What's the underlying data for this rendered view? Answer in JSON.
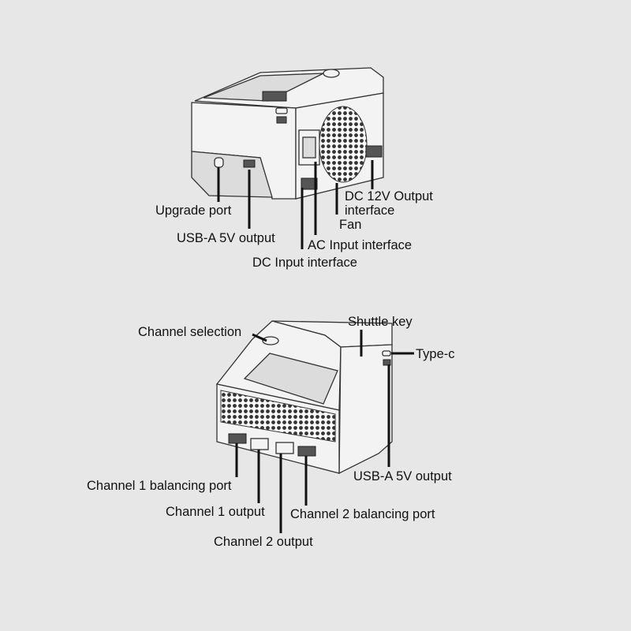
{
  "rear_view": {
    "labels": {
      "upgrade_port": "Upgrade port",
      "usb_a": "USB-A 5V output",
      "dc_input": "DC Input interface",
      "ac_input": "AC Input interface",
      "fan": "Fan",
      "dc12_line1": "DC 12V Output",
      "dc12_line2": "interface"
    }
  },
  "front_view": {
    "labels": {
      "channel_selection": "Channel selection",
      "shuttle_key": "Shuttle key",
      "type_c": "Type-c",
      "usb_a": "USB-A 5V output",
      "ch1_balancing": "Channel 1 balancing port",
      "ch1_output": "Channel 1 output",
      "ch2_balancing": "Channel 2 balancing port",
      "ch2_output": "Channel 2 output"
    }
  }
}
